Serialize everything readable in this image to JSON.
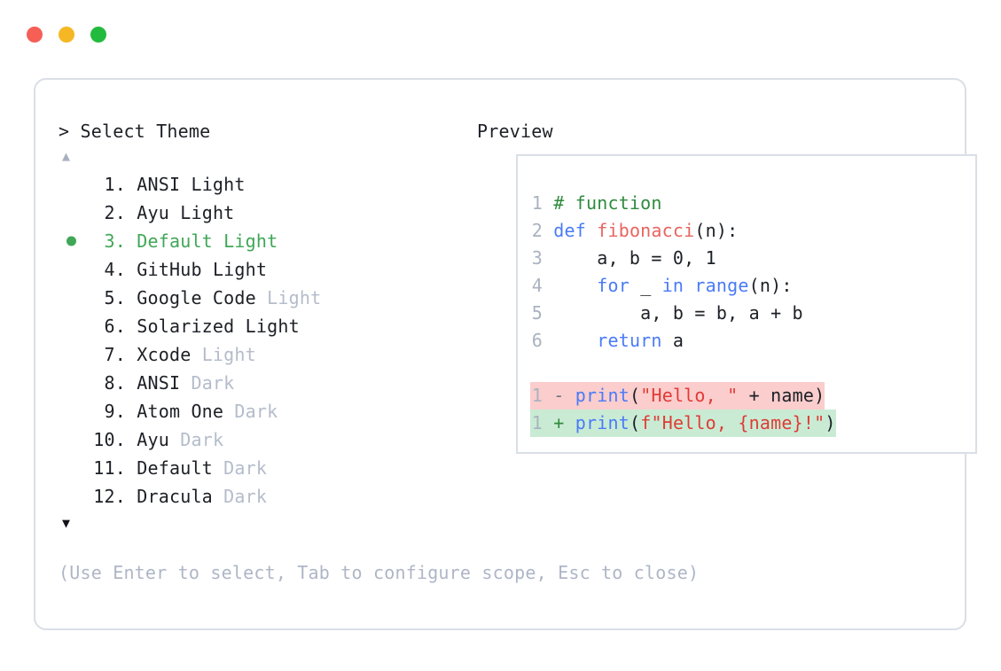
{
  "window": {
    "traffic_lights": [
      {
        "name": "close-button",
        "color": "#f55f56"
      },
      {
        "name": "minimize-button",
        "color": "#f5b723"
      },
      {
        "name": "maximize-button",
        "color": "#23bb3d"
      }
    ]
  },
  "left": {
    "title": "> Select Theme",
    "scroll_up_glyph": "▲",
    "scroll_down_glyph": "▼",
    "selected_index": 3,
    "bullet_glyph": "●",
    "items": [
      {
        "index": " 1.",
        "name": "ANSI",
        "suffix": "Light",
        "suffix_muted": false,
        "selected": false
      },
      {
        "index": " 2.",
        "name": "Ayu",
        "suffix": "Light",
        "suffix_muted": false,
        "selected": false
      },
      {
        "index": " 3.",
        "name": "Default",
        "suffix": "Light",
        "suffix_muted": false,
        "selected": true
      },
      {
        "index": " 4.",
        "name": "GitHub",
        "suffix": "Light",
        "suffix_muted": false,
        "selected": false
      },
      {
        "index": " 5.",
        "name": "Google Code",
        "suffix": "Light",
        "suffix_muted": true,
        "selected": false
      },
      {
        "index": " 6.",
        "name": "Solarized",
        "suffix": "Light",
        "suffix_muted": false,
        "selected": false
      },
      {
        "index": " 7.",
        "name": "Xcode",
        "suffix": "Light",
        "suffix_muted": true,
        "selected": false
      },
      {
        "index": " 8.",
        "name": "ANSI",
        "suffix": "Dark",
        "suffix_muted": true,
        "selected": false
      },
      {
        "index": " 9.",
        "name": "Atom One",
        "suffix": "Dark",
        "suffix_muted": true,
        "selected": false
      },
      {
        "index": "10.",
        "name": "Ayu",
        "suffix": "Dark",
        "suffix_muted": true,
        "selected": false
      },
      {
        "index": "11.",
        "name": "Default",
        "suffix": "Dark",
        "suffix_muted": true,
        "selected": false
      },
      {
        "index": "12.",
        "name": "Dracula",
        "suffix": "Dark",
        "suffix_muted": true,
        "selected": false
      }
    ],
    "hint": "(Use Enter to select, Tab to configure scope, Esc to close)"
  },
  "right": {
    "title": "Preview",
    "code_lines": [
      {
        "ln": "1",
        "tokens": [
          {
            "t": "# function",
            "c": "tok-comment"
          }
        ]
      },
      {
        "ln": "2",
        "tokens": [
          {
            "t": "def ",
            "c": "tok-keyword"
          },
          {
            "t": "fibonacci",
            "c": "tok-func"
          },
          {
            "t": "(n):",
            "c": "tok-plain"
          }
        ]
      },
      {
        "ln": "3",
        "tokens": [
          {
            "t": "    a, b = 0, 1",
            "c": "tok-plain"
          }
        ]
      },
      {
        "ln": "4",
        "tokens": [
          {
            "t": "    ",
            "c": "tok-plain"
          },
          {
            "t": "for",
            "c": "tok-keyword"
          },
          {
            "t": " _ ",
            "c": "tok-plain"
          },
          {
            "t": "in range",
            "c": "tok-keyword"
          },
          {
            "t": "(n):",
            "c": "tok-plain"
          }
        ]
      },
      {
        "ln": "5",
        "tokens": [
          {
            "t": "        a, b = b, a + b",
            "c": "tok-plain"
          }
        ]
      },
      {
        "ln": "6",
        "tokens": [
          {
            "t": "    ",
            "c": "tok-plain"
          },
          {
            "t": "return",
            "c": "tok-keyword"
          },
          {
            "t": " a",
            "c": "tok-plain"
          }
        ]
      }
    ],
    "diff_lines": [
      {
        "ln": "1",
        "kind": "del",
        "marker": "-",
        "tokens": [
          {
            "t": "print",
            "c": "tok-keyword"
          },
          {
            "t": "(",
            "c": "tok-plain"
          },
          {
            "t": "\"Hello, \"",
            "c": "tok-string"
          },
          {
            "t": " + name)",
            "c": "tok-plain"
          }
        ]
      },
      {
        "ln": "1",
        "kind": "add",
        "marker": "+",
        "tokens": [
          {
            "t": "print",
            "c": "tok-keyword"
          },
          {
            "t": "(",
            "c": "tok-plain"
          },
          {
            "t": "f\"Hello, ",
            "c": "tok-string"
          },
          {
            "t": "{name}",
            "c": "tok-string"
          },
          {
            "t": "!\"",
            "c": "tok-string"
          },
          {
            "t": ")",
            "c": "tok-plain"
          }
        ]
      }
    ]
  },
  "colors": {
    "accent_green": "#3fa757",
    "muted": "#b4bccb",
    "border": "#dadee6",
    "keyword": "#4a7bf7",
    "string": "#e03b36",
    "comment": "#2e8b3d",
    "function": "#e8645f",
    "diff_del_bg": "#fbcdcd",
    "diff_add_bg": "#c9ebd4"
  }
}
